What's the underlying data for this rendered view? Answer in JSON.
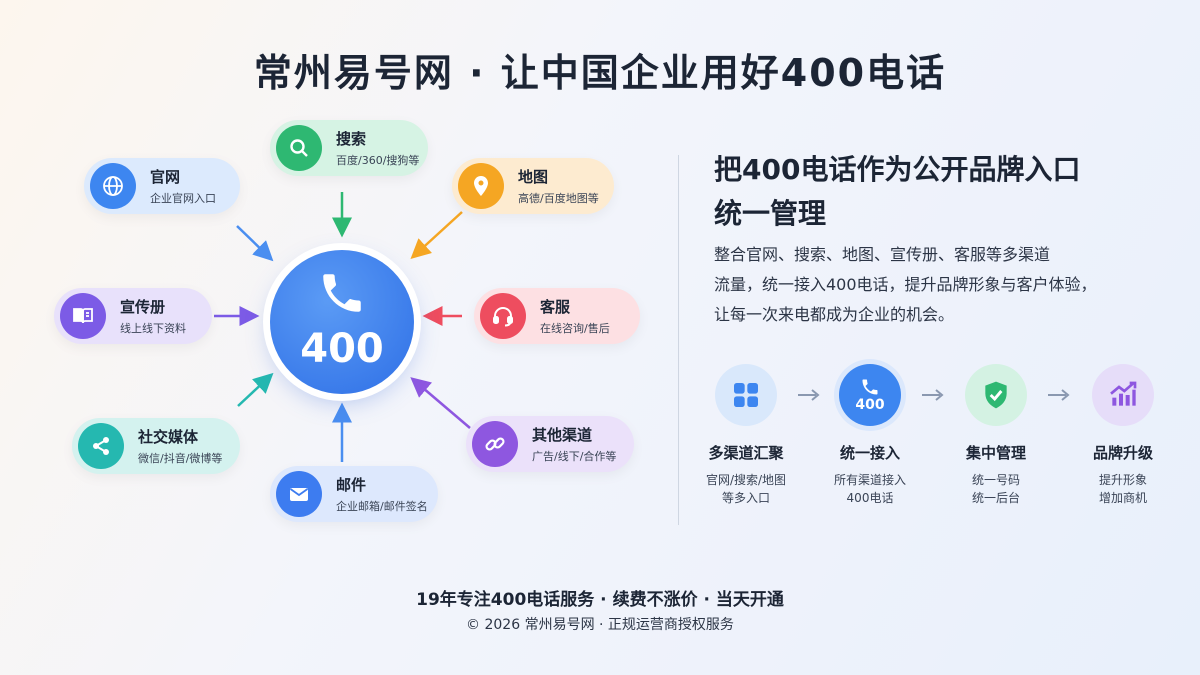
{
  "title": "常州易号网 · 让中国企业用好400电话",
  "hub": {
    "number": "400"
  },
  "channels": [
    {
      "title": "官网",
      "desc": "企业官网入口",
      "icon": "globe-icon",
      "color": "#3d86f0",
      "bg": "#dceafd"
    },
    {
      "title": "搜索",
      "desc": "百度/360/搜狗等",
      "icon": "search-icon",
      "color": "#2eb872",
      "bg": "#d6f3e4"
    },
    {
      "title": "地图",
      "desc": "高德/百度地图等",
      "icon": "map-pin-icon",
      "color": "#f5a623",
      "bg": "#fdebd0"
    },
    {
      "title": "宣传册",
      "desc": "线上线下资料",
      "icon": "book-icon",
      "color": "#7c5be6",
      "bg": "#e8e1fb"
    },
    {
      "title": "客服",
      "desc": "在线咨询/售后",
      "icon": "headset-icon",
      "color": "#ee4d5f",
      "bg": "#fde0e3"
    },
    {
      "title": "社交媒体",
      "desc": "微信/抖音/微博等",
      "icon": "share-icon",
      "color": "#25b8b0",
      "bg": "#d4f2ef"
    },
    {
      "title": "其他渠道",
      "desc": "广告/线下/合作等",
      "icon": "link-icon",
      "color": "#8e57e0",
      "bg": "#ebe1fa"
    },
    {
      "title": "邮件",
      "desc": "企业邮箱/邮件签名",
      "icon": "mail-icon",
      "color": "#3d7cf0",
      "bg": "#dde8fd"
    }
  ],
  "right": {
    "heading_line1": "把400电话作为公开品牌入口",
    "heading_line2": "统一管理",
    "para_line1": "整合官网、搜索、地图、宣传册、客服等多渠道",
    "para_line2": "流量，统一接入400电话，提升品牌形象与客户体验，",
    "para_line3": "让每一次来电都成为企业的机会。"
  },
  "steps": [
    {
      "title": "多渠道汇聚",
      "desc1": "官网/搜索/地图",
      "desc2": "等多入口",
      "icon": "grid-icon"
    },
    {
      "title": "统一接入",
      "desc1": "所有渠道接入",
      "desc2": "400电话",
      "icon": "phone-400-icon",
      "badge": "400"
    },
    {
      "title": "集中管理",
      "desc1": "统一号码",
      "desc2": "统一后台",
      "icon": "shield-check-icon"
    },
    {
      "title": "品牌升级",
      "desc1": "提升形象",
      "desc2": "增加商机",
      "icon": "chart-up-icon"
    }
  ],
  "footer": {
    "line1": "19年专注400电话服务 · 续费不涨价 · 当天开通",
    "line2": "© 2026 常州易号网 · 正规运营商授权服务"
  }
}
